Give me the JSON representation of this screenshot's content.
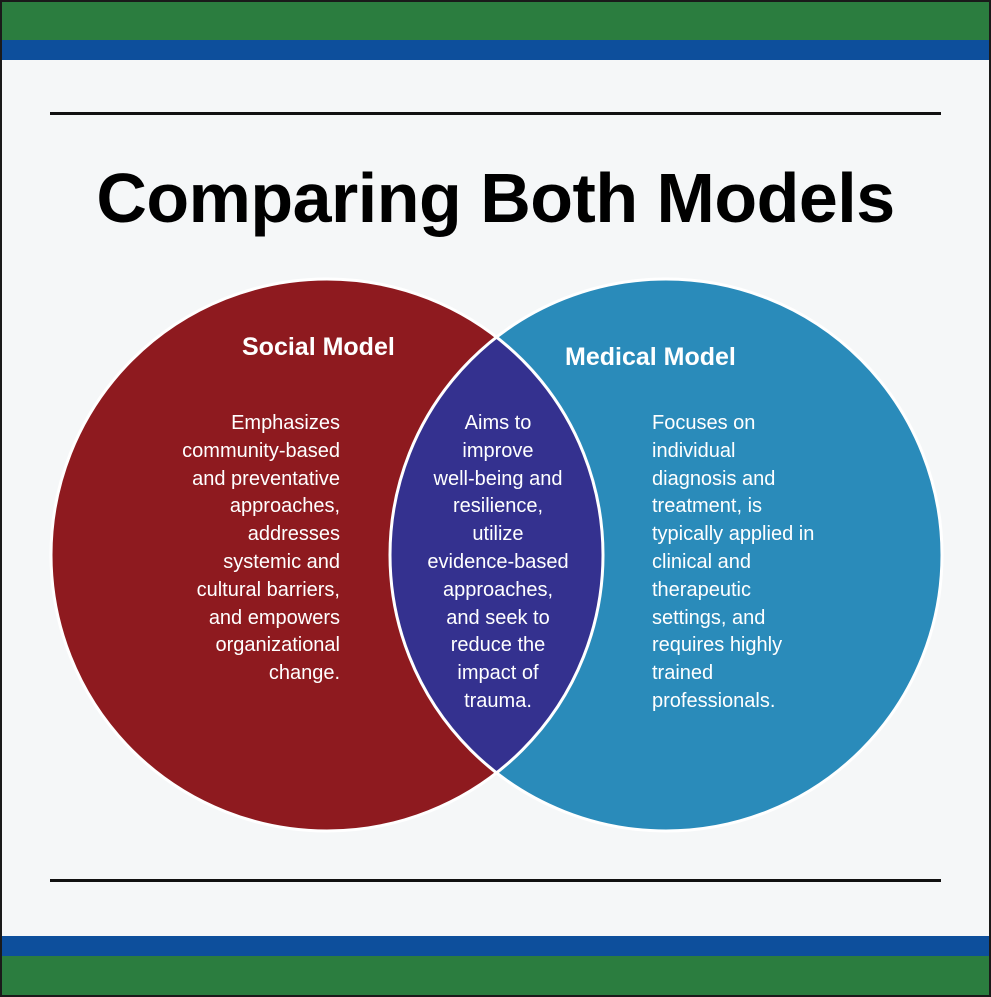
{
  "title": "Comparing Both Models",
  "colors": {
    "green_band": "#2b7d3f",
    "blue_band": "#0d4f9c",
    "background": "#f5f7f8",
    "social_circle": "#8e1a1f",
    "medical_circle": "#2a8bba",
    "overlap": "#34318f",
    "circle_outline": "#ffffff"
  },
  "social_model": {
    "heading": "Social Model",
    "description": "Emphasizes\ncommunity-based\nand preventative\napproaches,\naddresses\nsystemic and\ncultural barriers,\nand empowers\norganizational\nchange."
  },
  "overlap": {
    "description": "Aims to\nimprove\nwell-being and\nresilience,\nutilize\nevidence-based\napproaches,\nand seek to\nreduce the\nimpact of\ntrauma."
  },
  "medical_model": {
    "heading": "Medical Model",
    "description": "Focuses on\nindividual\ndiagnosis and\ntreatment, is\ntypically applied in\nclinical and\ntherapeutic\nsettings, and\nrequires highly\ntrained\nprofessionals."
  }
}
